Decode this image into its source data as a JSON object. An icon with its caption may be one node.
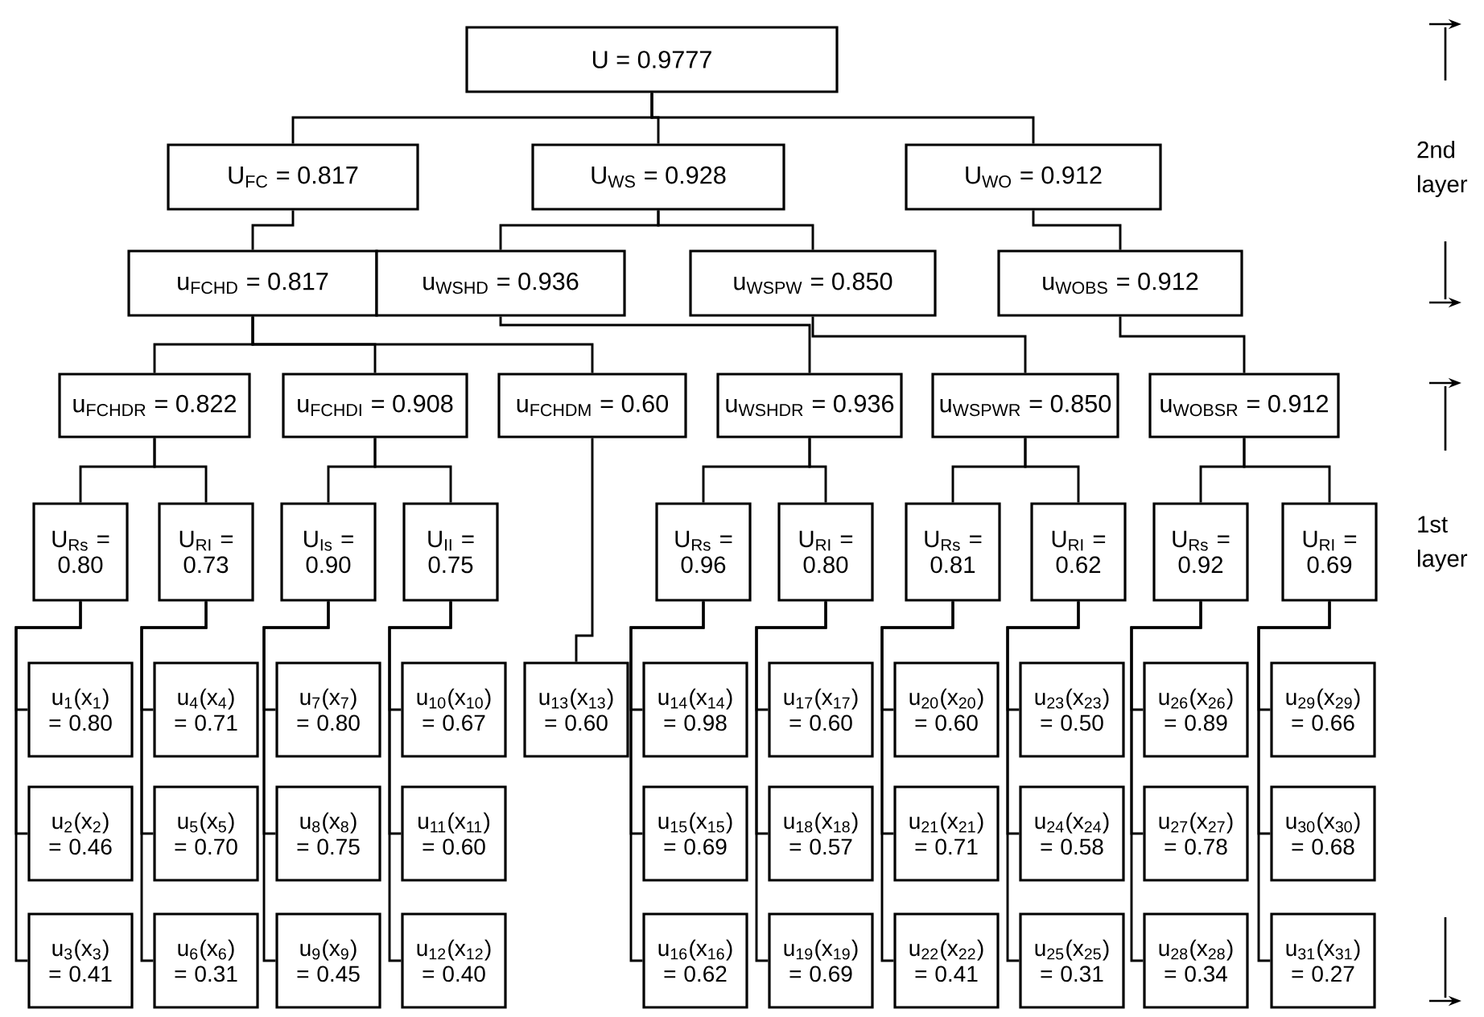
{
  "diagram": {
    "nodes": [
      {
        "text": [
          "U = 0.9777"
        ]
      },
      {
        "text": [
          "U$_{FC}$ = 0.817"
        ]
      },
      {
        "text": [
          "U$_{WS}$ = 0.928"
        ]
      },
      {
        "text": [
          "U$_{WO}$ = 0.912"
        ]
      },
      {
        "text": [
          "u$_{FCHD}$ = 0.817"
        ]
      },
      {
        "text": [
          "u$_{WSHD}$ = 0.936"
        ]
      },
      {
        "text": [
          "u$_{WSPW}$ = 0.850"
        ]
      },
      {
        "text": [
          "u$_{WOBS}$ = 0.912"
        ]
      },
      {
        "text": [
          "u$_{FCHDR}$ = 0.822"
        ]
      },
      {
        "text": [
          "u$_{FCHDI}$ = 0.908"
        ]
      },
      {
        "text": [
          "u$_{FCHDM}$ = 0.60"
        ]
      },
      {
        "text": [
          "u$_{WSHDR}$ = 0.936"
        ]
      },
      {
        "text": [
          "u$_{WSPWR}$ = 0.850"
        ]
      },
      {
        "text": [
          "u$_{WOBSR}$ = 0.912"
        ]
      },
      {
        "text": [
          "U$_{Rs}$ = 0.80"
        ]
      },
      {
        "text": [
          "U$_{RI}$ = 0.73"
        ]
      },
      {
        "text": [
          "U$_{Is}$ = 0.90"
        ]
      },
      {
        "text": [
          "U$_{II}$ = 0.75"
        ]
      },
      {
        "text": [
          "U$_{Rs}$ = 0.96"
        ]
      },
      {
        "text": [
          "U$_{RI}$ = 0.80"
        ]
      },
      {
        "text": [
          "U$_{Rs}$ = 0.81"
        ]
      },
      {
        "text": [
          "U$_{RI}$ = 0.62"
        ]
      },
      {
        "text": [
          "U$_{Rs}$ = 0.92"
        ]
      },
      {
        "text": [
          "U$_{RI}$ = 0.69"
        ]
      },
      {
        "text": [
          "u$_{1}$(x$_{1}$) = 0.80"
        ]
      },
      {
        "text": [
          "u$_{2}$(x$_{2}$) = 0.46"
        ]
      },
      {
        "text": [
          "u$_{3}$(x$_{3}$) = 0.41"
        ]
      },
      {
        "text": [
          "u$_{4}$(x$_{4}$) = 0.71"
        ]
      },
      {
        "text": [
          "u$_{5}$(x$_{5}$) = 0.70"
        ]
      },
      {
        "text": [
          "u$_{6}$(x$_{6}$) = 0.31"
        ]
      },
      {
        "text": [
          "u$_{7}$(x$_{7}$) = 0.80"
        ]
      },
      {
        "text": [
          "u$_{8}$(x$_{8}$) = 0.75"
        ]
      },
      {
        "text": [
          "u$_{9}$(x$_{9}$) = 0.45"
        ]
      },
      {
        "text": [
          "u$_{10}$(x$_{10}$) = 0.67"
        ]
      },
      {
        "text": [
          "u$_{11}$(x$_{11}$) = 0.60"
        ]
      },
      {
        "text": [
          "u$_{12}$(x$_{12}$) = 0.40"
        ]
      },
      {
        "text": [
          "u$_{13}$(x$_{13}$) = 0.60"
        ]
      },
      {
        "text": [
          "u$_{14}$(x$_{14}$) = 0.98"
        ]
      },
      {
        "text": [
          "u$_{15}$(x$_{15}$) = 0.69"
        ]
      },
      {
        "text": [
          "u$_{16}$(x$_{16}$) = 0.62"
        ]
      },
      {
        "text": [
          "u$_{17}$(x$_{17}$) = 0.60"
        ]
      },
      {
        "text": [
          "u$_{18}$(x$_{18}$) = 0.57"
        ]
      },
      {
        "text": [
          "u$_{19}$(x$_{19}$) = 0.69"
        ]
      },
      {
        "text": [
          "u$_{20}$(x$_{20}$) = 0.60"
        ]
      },
      {
        "text": [
          "u$_{21}$(x$_{21}$) = 0.71"
        ]
      },
      {
        "text": [
          "u$_{22}$(x$_{22}$) = 0.41"
        ]
      },
      {
        "text": [
          "u$_{23}$(x$_{23}$) = 0.50"
        ]
      },
      {
        "text": [
          "u$_{24}$(x$_{24}$) = 0.58"
        ]
      },
      {
        "text": [
          "u$_{25}$(x$_{25}$) = 0.31"
        ]
      },
      {
        "text": [
          "u$_{26}$(x$_{26}$) = 0.89"
        ]
      },
      {
        "text": [
          "u$_{27}$(x$_{27}$) = 0.78"
        ]
      },
      {
        "text": [
          "u$_{28}$(x$_{28}$) = 0.34"
        ]
      },
      {
        "text": [
          "u$_{29}$(x$_{29}$) = 0.66"
        ]
      },
      {
        "text": [
          "u$_{30}$(x$_{30}$) = 0.68"
        ]
      },
      {
        "text": [
          "u$_{31}$(x$_{31}$) = 0.27"
        ]
      }
    ],
    "edges": [
      {
        "from": 0,
        "to": 1,
        "arrow": "none"
      },
      {
        "from": 0,
        "to": 2,
        "arrow": "none"
      },
      {
        "from": 0,
        "to": 3,
        "arrow": "none"
      },
      {
        "from": 1,
        "to": 4,
        "arrow": "none"
      },
      {
        "from": 2,
        "to": 5,
        "arrow": "none"
      },
      {
        "from": 2,
        "to": 6,
        "arrow": "none"
      },
      {
        "from": 3,
        "to": 7,
        "arrow": "none"
      },
      {
        "from": 4,
        "to": 8,
        "arrow": "none"
      },
      {
        "from": 4,
        "to": 9,
        "arrow": "none"
      },
      {
        "from": 4,
        "to": 10,
        "arrow": "none"
      },
      {
        "from": 5,
        "to": 11,
        "arrow": "none"
      },
      {
        "from": 6,
        "to": 12,
        "arrow": "none"
      },
      {
        "from": 7,
        "to": 13,
        "arrow": "none"
      },
      {
        "from": 8,
        "to": 14,
        "arrow": "none"
      },
      {
        "from": 8,
        "to": 15,
        "arrow": "none"
      },
      {
        "from": 9,
        "to": 16,
        "arrow": "none"
      },
      {
        "from": 9,
        "to": 17,
        "arrow": "none"
      },
      {
        "from": 11,
        "to": 18,
        "arrow": "none"
      },
      {
        "from": 11,
        "to": 19,
        "arrow": "none"
      },
      {
        "from": 12,
        "to": 20,
        "arrow": "none"
      },
      {
        "from": 12,
        "to": 21,
        "arrow": "none"
      },
      {
        "from": 13,
        "to": 22,
        "arrow": "none"
      },
      {
        "from": 13,
        "to": 23,
        "arrow": "none"
      },
      {
        "from": 14,
        "to": 24,
        "arrow": "none"
      },
      {
        "from": 14,
        "to": 25,
        "arrow": "none"
      },
      {
        "from": 14,
        "to": 26,
        "arrow": "none"
      },
      {
        "from": 15,
        "to": 27,
        "arrow": "none"
      },
      {
        "from": 15,
        "to": 28,
        "arrow": "none"
      },
      {
        "from": 15,
        "to": 29,
        "arrow": "none"
      },
      {
        "from": 16,
        "to": 30,
        "arrow": "none"
      },
      {
        "from": 16,
        "to": 31,
        "arrow": "none"
      },
      {
        "from": 16,
        "to": 32,
        "arrow": "none"
      },
      {
        "from": 17,
        "to": 33,
        "arrow": "none"
      },
      {
        "from": 17,
        "to": 34,
        "arrow": "none"
      },
      {
        "from": 17,
        "to": 35,
        "arrow": "none"
      },
      {
        "from": 10,
        "to": 36,
        "arrow": "none"
      },
      {
        "from": 18,
        "to": 37,
        "arrow": "none"
      },
      {
        "from": 18,
        "to": 38,
        "arrow": "none"
      },
      {
        "from": 18,
        "to": 39,
        "arrow": "none"
      },
      {
        "from": 19,
        "to": 40,
        "arrow": "none"
      },
      {
        "from": 19,
        "to": 41,
        "arrow": "none"
      },
      {
        "from": 19,
        "to": 42,
        "arrow": "none"
      },
      {
        "from": 20,
        "to": 43,
        "arrow": "none"
      },
      {
        "from": 20,
        "to": 44,
        "arrow": "none"
      },
      {
        "from": 20,
        "to": 45,
        "arrow": "none"
      },
      {
        "from": 21,
        "to": 46,
        "arrow": "none"
      },
      {
        "from": 21,
        "to": 47,
        "arrow": "none"
      },
      {
        "from": 21,
        "to": 48,
        "arrow": "none"
      },
      {
        "from": 22,
        "to": 49,
        "arrow": "none"
      },
      {
        "from": 22,
        "to": 50,
        "arrow": "none"
      },
      {
        "from": 22,
        "to": 51,
        "arrow": "none"
      },
      {
        "from": 23,
        "to": 52,
        "arrow": "none"
      },
      {
        "from": 23,
        "to": 53,
        "arrow": "none"
      },
      {
        "from": 23,
        "to": 54,
        "arrow": "none"
      }
    ],
    "labels": [
      "2nd layer",
      "1st layer"
    ]
  }
}
